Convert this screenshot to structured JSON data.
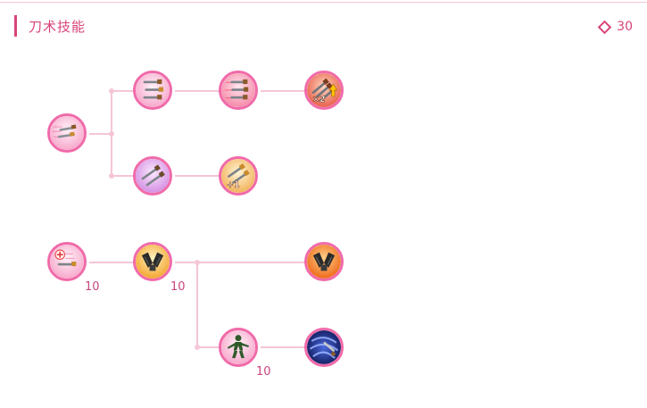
{
  "header": {
    "title": "刀术技能",
    "points_value": "30"
  },
  "colors": {
    "accent": "#d9437a",
    "node_border": "#f06aa9",
    "connector": "#f5c5d8"
  },
  "skills": [
    {
      "id": "s1",
      "icon": "throwing-knives-icon"
    },
    {
      "id": "s2",
      "icon": "triple-knives-icon"
    },
    {
      "id": "s3",
      "icon": "triple-knives-red-icon"
    },
    {
      "id": "s4",
      "icon": "knives-x2-upgrade-icon",
      "badge": "×2"
    },
    {
      "id": "s5",
      "icon": "twin-knives-purple-icon"
    },
    {
      "id": "s6",
      "icon": "knives-plus1-icon",
      "badge": "+1"
    },
    {
      "id": "s7",
      "icon": "knife-plus-icon",
      "level": "10"
    },
    {
      "id": "s8",
      "icon": "arm-guard-icon",
      "level": "10"
    },
    {
      "id": "s9",
      "icon": "arm-guard-orange-icon"
    },
    {
      "id": "s10",
      "icon": "green-figure-icon",
      "level": "10"
    },
    {
      "id": "s11",
      "icon": "blue-vortex-icon"
    }
  ]
}
